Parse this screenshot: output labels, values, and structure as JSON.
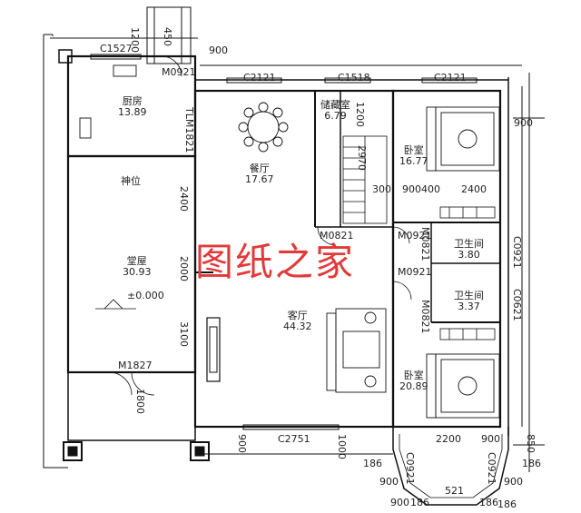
{
  "watermark": "图纸之家",
  "rooms": {
    "kitchen": {
      "name": "厨房",
      "area": "13.89"
    },
    "storage": {
      "name": "储藏室",
      "area": "6.79"
    },
    "dining": {
      "name": "餐厅",
      "area": "17.67"
    },
    "bedroom1": {
      "name": "卧室",
      "area": "16.77"
    },
    "hall": {
      "name": "堂屋",
      "area": "30.93"
    },
    "shrine": {
      "name": "神位"
    },
    "living": {
      "name": "客厅",
      "area": "44.32"
    },
    "bath1": {
      "name": "卫生间",
      "area": "3.80"
    },
    "bath2": {
      "name": "卫生间",
      "area": "3.37"
    },
    "bedroom2": {
      "name": "卧室",
      "area": "20.89"
    }
  },
  "elevation": "±0.000",
  "labels": {
    "c1527": "C1527",
    "d1200": "1200",
    "d450": "450",
    "d900a": "900",
    "m0921a": "M0921",
    "c2121a": "C2121",
    "c1518": "C1518",
    "c2121b": "C2121",
    "d900b": "900",
    "d1200b": "1200",
    "tlm1821": "TLM1821",
    "c2970": "2970",
    "d2400a": "2400",
    "d300": "300",
    "d900400": "900400",
    "d2400b": "2400",
    "m0821a": "M0821",
    "m0921b": "M0921",
    "m0821b": "M0821",
    "m0921c": "M0921",
    "c0921a": "C0921",
    "c0621": "C0621",
    "m0821c": "M0821",
    "d2000": "2000",
    "d3100": "3100",
    "m1827": "M1827",
    "d1800": "1800",
    "c2751": "C2751",
    "d900c": "900",
    "d1000": "1000",
    "d2200": "2200",
    "d900d": "900",
    "d850": "850",
    "c0921b": "C0921",
    "c0921c": "C0921",
    "d521": "521",
    "d900e": "900",
    "d186a": "186",
    "d186b": "186",
    "d186c": "186",
    "d900f": "900",
    "d186d": "186",
    "d900g": "900",
    "d186e": "186"
  }
}
